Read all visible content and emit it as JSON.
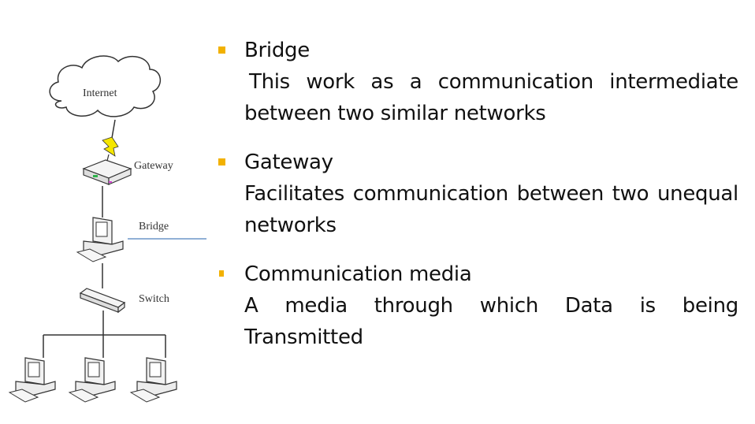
{
  "diagram": {
    "nodes": [
      {
        "id": "internet",
        "label": "Internet"
      },
      {
        "id": "gateway",
        "label": "Gateway"
      },
      {
        "id": "bridge",
        "label": "Bridge"
      },
      {
        "id": "switch",
        "label": "Switch"
      },
      {
        "id": "pc1",
        "label": ""
      },
      {
        "id": "pc2",
        "label": ""
      },
      {
        "id": "pc3",
        "label": ""
      }
    ],
    "colors": {
      "lightning": "#f5e600",
      "bridge_link": "#4f81bd",
      "line": "#333333"
    }
  },
  "bullets": {
    "color": "#f2b100",
    "items": [
      {
        "title": "Bridge",
        "description": "This work as a communication intermediate between two similar   networks"
      },
      {
        "title": "Gateway",
        "description": "Facilitates communication between two unequal  networks"
      },
      {
        "title": "Communication media",
        "description": "A media through which Data is being Transmitted"
      }
    ]
  }
}
